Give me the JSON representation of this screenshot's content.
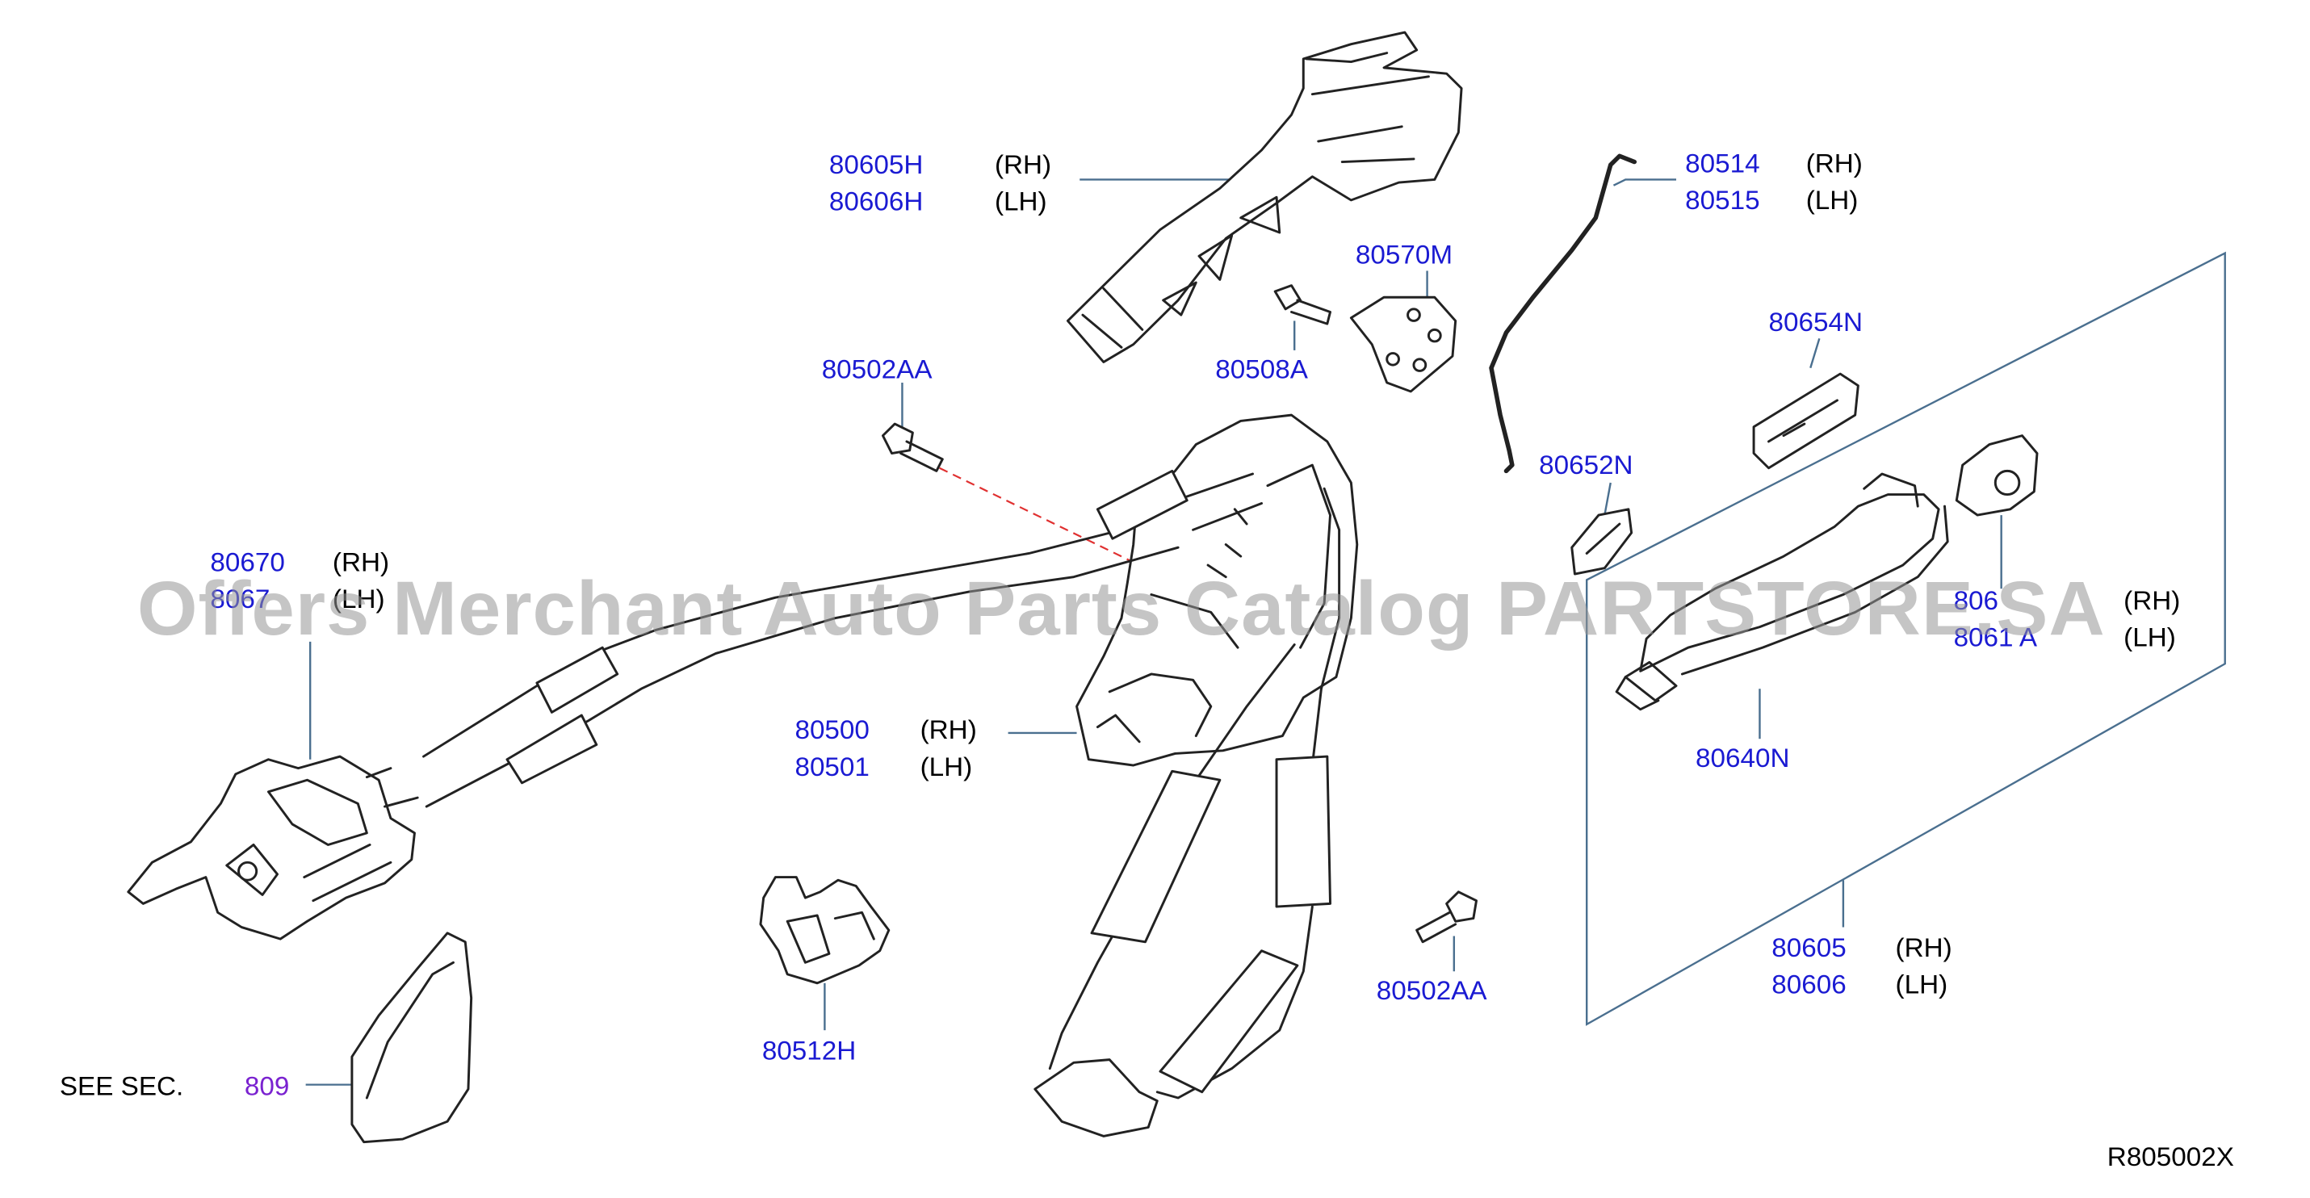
{
  "diagram": {
    "diagram_code": "R805002X",
    "see_section": {
      "prefix": "SEE   SEC.",
      "number": "809"
    },
    "watermark": "Offers Merchant Auto Parts Catalog PARTSTORE.SA",
    "callouts": {
      "p80605H": "80605H",
      "s80605H": "(RH)",
      "p80606H": "80606H",
      "s80606H": "(LH)",
      "p80514": "80514",
      "s80514": "(RH)",
      "p80515": "80515",
      "s80515": "(LH)",
      "p80570M": "80570M",
      "p80508A": "80508A",
      "p80502AA_top": "80502AA",
      "p80654N": "80654N",
      "p80652N": "80652N",
      "p80670": "80670",
      "s80670": "(RH)",
      "p80671": "8067",
      "s80671": "(LH)",
      "p80610": "806",
      "s80610": "(RH)",
      "p80611": "8061   A",
      "s80611": "(LH)",
      "p80500": "80500",
      "s80500": "(RH)",
      "p80501": "80501",
      "s80501": "(LH)",
      "p80640N": "80640N",
      "p80512H": "80512H",
      "p80502AA_bottom": "80502AA",
      "p80605": "80605",
      "s80605": "(RH)",
      "p80606": "80606",
      "s80606": "(LH)"
    },
    "colors": {
      "part_number": "#1a1ad2",
      "section_link": "#7a22d0",
      "leader_line": "#4a6f8f",
      "dashed_line": "#e03030",
      "part_outline": "#222222"
    }
  }
}
